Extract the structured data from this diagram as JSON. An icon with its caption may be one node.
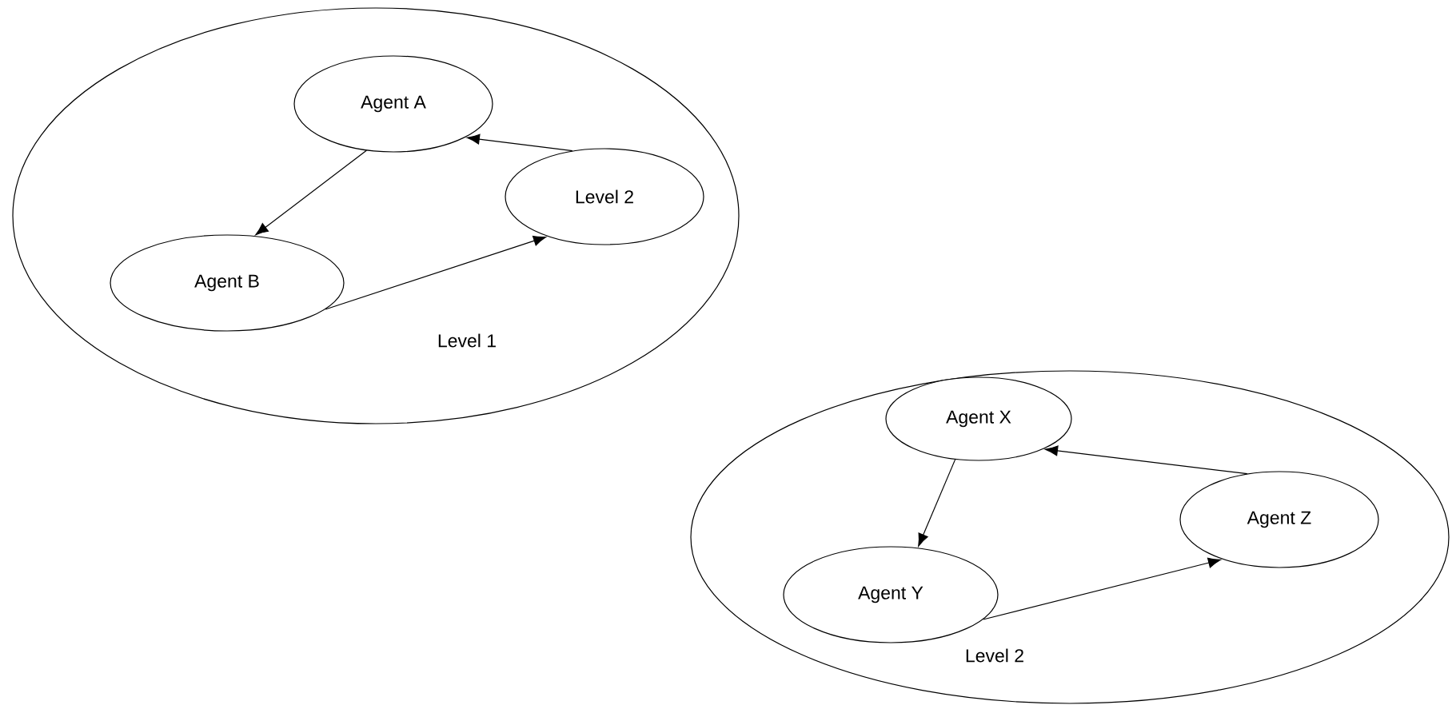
{
  "diagram": {
    "nodes": [
      {
        "text": [
          "Level 1"
        ]
      },
      {
        "text": [
          "Agent A"
        ],
        "in": 0
      },
      {
        "text": [
          "Agent B"
        ],
        "in": 0
      },
      {
        "text": [
          "Level 2"
        ],
        "in": 0
      },
      {
        "text": [
          "Level 2"
        ]
      },
      {
        "text": [
          "Agent X"
        ],
        "in": 4
      },
      {
        "text": [
          "Agent Y"
        ],
        "in": 4
      },
      {
        "text": [
          "Agent Z"
        ],
        "in": 4
      }
    ],
    "edges": [
      {
        "from": 1,
        "to": 2,
        "arrow": "to"
      },
      {
        "from": 2,
        "to": 3,
        "arrow": "to"
      },
      {
        "from": 3,
        "to": 1,
        "arrow": "to"
      },
      {
        "from": 5,
        "to": 6,
        "arrow": "to"
      },
      {
        "from": 6,
        "to": 7,
        "arrow": "to"
      },
      {
        "from": 7,
        "to": 5,
        "arrow": "to"
      }
    ]
  }
}
